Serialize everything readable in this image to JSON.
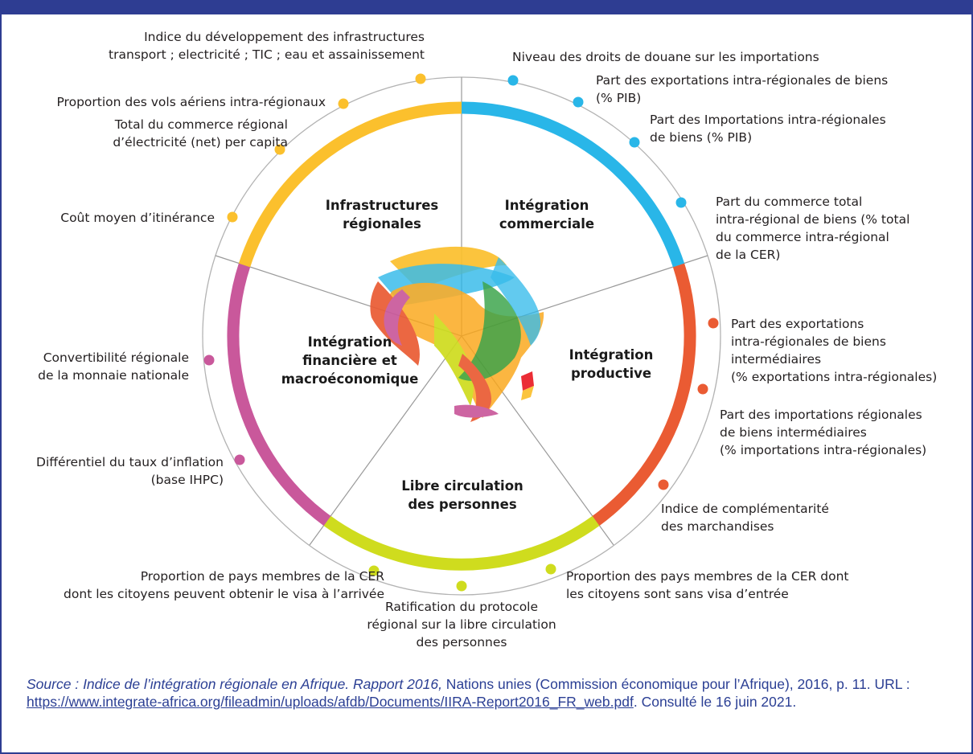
{
  "dimensions": [
    {
      "id": "infra",
      "title": "Infrastructures\nrégionales",
      "color": "#fbc02d"
    },
    {
      "id": "commerce",
      "title": "Intégration\ncommerciale",
      "color": "#29b6e8"
    },
    {
      "id": "productive",
      "title": "Intégration\nproductive",
      "color": "#ea5b33"
    },
    {
      "id": "libre",
      "title": "Libre circulation\ndes personnes",
      "color": "#cfdc1e"
    },
    {
      "id": "financiere",
      "title": "Intégration\nfinancière et\nmacroéconomique",
      "color": "#c9589b"
    }
  ],
  "indicators": [
    {
      "dim": "infra",
      "text": "Indice du développement des infrastructures\ntransport ; electricité ; TIC ; eau et assainissement"
    },
    {
      "dim": "infra",
      "text": "Proportion des vols aériens intra-régionaux"
    },
    {
      "dim": "infra",
      "text": "Total du commerce régional\nd’électricité (net) per capita"
    },
    {
      "dim": "infra",
      "text": "Coût moyen d’itinérance"
    },
    {
      "dim": "commerce",
      "text": "Niveau des droits de douane sur les importations"
    },
    {
      "dim": "commerce",
      "text": "Part des exportations intra-régionales de biens\n(% PIB)"
    },
    {
      "dim": "commerce",
      "text": "Part des Importations intra-régionales\nde biens (% PIB)"
    },
    {
      "dim": "commerce",
      "text": "Part du commerce total\nintra-régional de biens (% total\ndu commerce intra-régional\nde la CER)"
    },
    {
      "dim": "productive",
      "text": "Part des exportations\nintra-régionales de biens\nintermédiaires\n(% exportations intra-régionales)"
    },
    {
      "dim": "productive",
      "text": "Part des importations régionales\nde biens intermédiaires\n(% importations intra-régionales)"
    },
    {
      "dim": "productive",
      "text": "Indice de complémentarité\ndes marchandises"
    },
    {
      "dim": "libre",
      "text": "Proportion des pays membres de la CER dont\nles citoyens sont sans visa d’entrée"
    },
    {
      "dim": "libre",
      "text": "Ratification du protocole\nrégional sur la libre circulation\ndes personnes"
    },
    {
      "dim": "libre",
      "text": "Proportion de pays membres de la CER\ndont les citoyens peuvent obtenir le visa à l’arrivée"
    },
    {
      "dim": "financiere",
      "text": "Différentiel du taux d’inflation\n(base IHPC)"
    },
    {
      "dim": "financiere",
      "text": "Convertibilité régionale\nde la monnaie nationale"
    }
  ],
  "source": {
    "label": "Source :",
    "title": "Indice de l’intégration régionale en Afrique. Rapport 2016,",
    "publisher": " Nations unies (Commission économique pour l’Afrique), 2016, p. 11. URL : ",
    "url": "https://www.integrate-africa.org/fileadmin/uploads/afdb/Documents/IIRA-Report2016_FR_web.pdf",
    "consulted": ". Consulté le 16 juin 2021."
  }
}
